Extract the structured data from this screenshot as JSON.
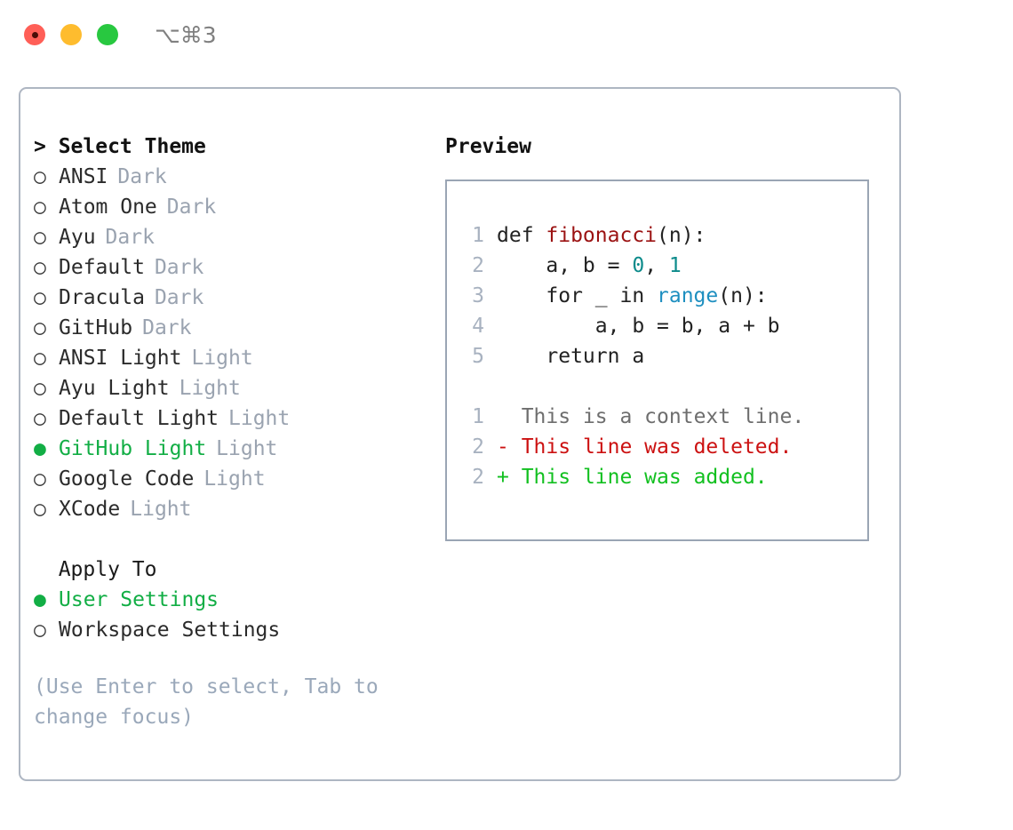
{
  "window": {
    "shortcut": "⌥⌘3",
    "traffic_lights": [
      "close-red",
      "minimize-yellow",
      "zoom-green"
    ]
  },
  "theme_panel": {
    "header": "> Select Theme",
    "themes": [
      {
        "bullet": "○",
        "name": "ANSI",
        "tag": "Dark",
        "selected": false
      },
      {
        "bullet": "○",
        "name": "Atom One",
        "tag": "Dark",
        "selected": false
      },
      {
        "bullet": "○",
        "name": "Ayu",
        "tag": "Dark",
        "selected": false
      },
      {
        "bullet": "○",
        "name": "Default",
        "tag": "Dark",
        "selected": false
      },
      {
        "bullet": "○",
        "name": "Dracula",
        "tag": "Dark",
        "selected": false
      },
      {
        "bullet": "○",
        "name": "GitHub",
        "tag": "Dark",
        "selected": false
      },
      {
        "bullet": "○",
        "name": "ANSI Light",
        "tag": "Light",
        "selected": false
      },
      {
        "bullet": "○",
        "name": "Ayu Light",
        "tag": "Light",
        "selected": false
      },
      {
        "bullet": "○",
        "name": "Default Light",
        "tag": "Light",
        "selected": false
      },
      {
        "bullet": "●",
        "name": "GitHub Light",
        "tag": "Light",
        "selected": true
      },
      {
        "bullet": "○",
        "name": "Google Code",
        "tag": "Light",
        "selected": false
      },
      {
        "bullet": "○",
        "name": "XCode",
        "tag": "Light",
        "selected": false
      }
    ]
  },
  "apply_to": {
    "header": "  Apply To",
    "options": [
      {
        "bullet": "●",
        "name": "User Settings",
        "selected": true
      },
      {
        "bullet": "○",
        "name": "Workspace Settings",
        "selected": false
      }
    ]
  },
  "hint": "(Use Enter to select, Tab to change focus)",
  "preview": {
    "title": "Preview",
    "code_lines": [
      {
        "num": "1",
        "segments": [
          {
            "text": "def ",
            "style": "plain"
          },
          {
            "text": "fibonacci",
            "style": "fn"
          },
          {
            "text": "(n):",
            "style": "plain"
          }
        ]
      },
      {
        "num": "2",
        "segments": [
          {
            "text": "    a, b = ",
            "style": "plain"
          },
          {
            "text": "0",
            "style": "num"
          },
          {
            "text": ", ",
            "style": "plain"
          },
          {
            "text": "1",
            "style": "num"
          }
        ]
      },
      {
        "num": "3",
        "segments": [
          {
            "text": "    for _ in ",
            "style": "plain"
          },
          {
            "text": "range",
            "style": "call"
          },
          {
            "text": "(n):",
            "style": "plain"
          }
        ]
      },
      {
        "num": "4",
        "segments": [
          {
            "text": "        a, b = b, a + b",
            "style": "plain"
          }
        ]
      },
      {
        "num": "5",
        "segments": [
          {
            "text": "    return a",
            "style": "plain"
          }
        ]
      }
    ],
    "diff_lines": [
      {
        "num": "1",
        "marker": "  ",
        "text": "This is a context line.",
        "kind": "context"
      },
      {
        "num": "2",
        "marker": "- ",
        "text": "This line was deleted.",
        "kind": "deleted"
      },
      {
        "num": "2",
        "marker": "+ ",
        "text": "This line was added.",
        "kind": "added"
      }
    ]
  },
  "colors": {
    "accent_green": "#12AE45",
    "muted_gray": "#9AA3B0",
    "hint_blue_gray": "#9AA8BA",
    "border": "#AEB6C2",
    "preview_border": "#9AA5B4",
    "syntax_function": "#9B1212",
    "syntax_number": "#0D8B8B",
    "syntax_call": "#1E8FC0",
    "diff_deleted": "#CC1111",
    "diff_added": "#12C020",
    "diff_context": "#6E6E6E"
  }
}
